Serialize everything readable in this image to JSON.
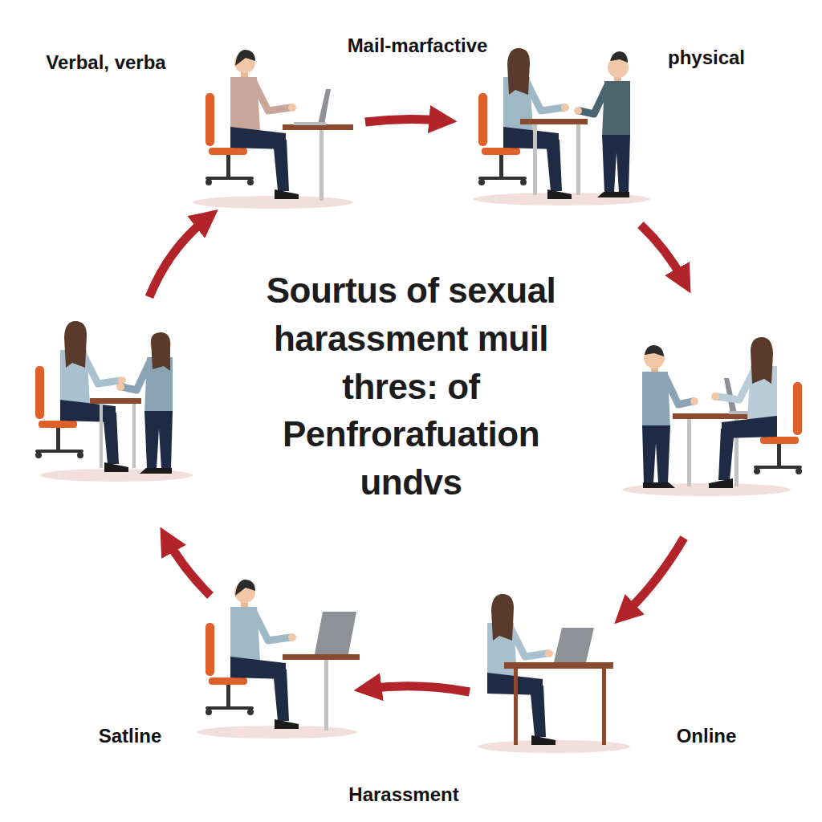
{
  "diagram": {
    "title": "Sourtus of sexual harassment muil thres: of Penfrorafuation undvs",
    "labels": [
      "Verbal, verba",
      "Mail-marfactive",
      "physical",
      "Satline",
      "Online",
      "Harassment"
    ]
  }
}
